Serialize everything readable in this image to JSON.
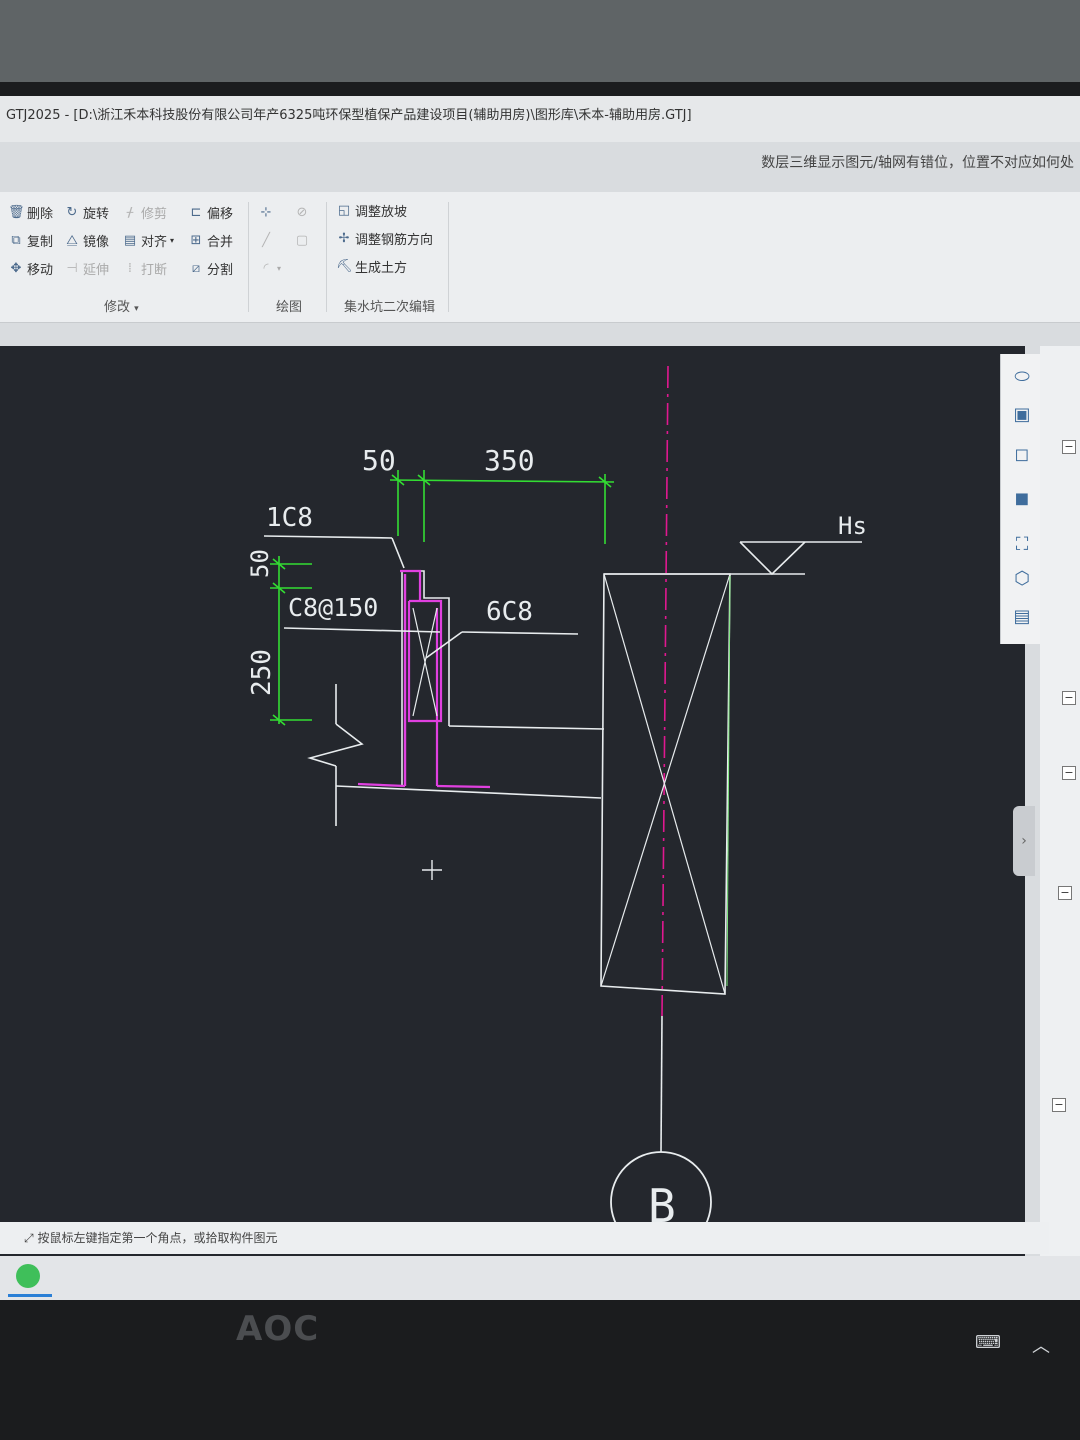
{
  "window": {
    "title": "GTJ2025 - [D:\\浙江禾本科技股份有限公司年产6325吨环保型植保产品建设项目(辅助用房)\\图形库\\禾本-辅助用房.GTJ]",
    "notice": "数层三维显示图元/轴网有错位，位置不对应如何处"
  },
  "ribbon": {
    "modify": {
      "label": "修改",
      "buttons": {
        "delete": "删除",
        "rotate": "旋转",
        "trim": "修剪",
        "offset": "偏移",
        "copy": "复制",
        "mirror": "镜像",
        "align": "对齐",
        "merge": "合并",
        "move": "移动",
        "extend": "延伸",
        "break": "打断",
        "split": "分割"
      }
    },
    "draw": {
      "label": "绘图"
    },
    "sump": {
      "label": "集水坑二次编辑",
      "buttons": {
        "adjust_slope": "调整放坡",
        "adjust_rebar": "调整钢筋方向",
        "gen_earthwork": "生成土方"
      }
    }
  },
  "drawing": {
    "dim_top_left": "50",
    "dim_top_right": "350",
    "dim_left_top": "50",
    "dim_left_main": "250",
    "label_1c8": "1C8",
    "label_stirrup": "C8@150",
    "label_6c8": "6C8",
    "label_hs": "Hs",
    "axis_label": "B",
    "colors": {
      "line": "#e8ecee",
      "dim": "#33dd33",
      "rebar": "#e040e0",
      "axis": "#e01890",
      "background": "#24272d"
    }
  },
  "status": {
    "hint": "按鼠标左键指定第一个角点，或拾取构件图元"
  },
  "monitor": {
    "brand": "AOC"
  }
}
